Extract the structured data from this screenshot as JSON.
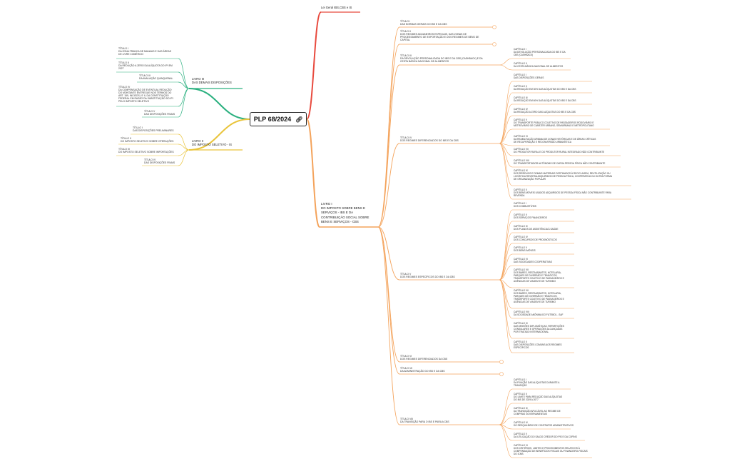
{
  "colors": {
    "red": "#e84a3e",
    "green": "#2bb07f",
    "yellow": "#e9c43b",
    "orange": "#f4a35b"
  },
  "root": {
    "label": "PLP 68/2024",
    "icon": "link-icon"
  },
  "top_branch": {
    "lines": [
      "Lei Geral IBS,CBS e IS"
    ]
  },
  "livro_iii": {
    "lines": [
      "LIVRO III",
      "DAS DEMAIS DISPOSIÇÕES"
    ],
    "children": [
      {
        "lines": [
          "TÍTULO I",
          "DA ZONA FRANCA DE MANAUS E DAS ÁREAS",
          "DE LIVRE COMÉRCIO"
        ]
      },
      {
        "lines": [
          "TÍTULO II",
          "DA REDUÇÃO A ZERO DA ALÍQUOTA DO IPI EM",
          "2027"
        ]
      },
      {
        "lines": [
          "TÍTULO III",
          "DA AVALIAÇÃO QUINQUENAL"
        ]
      },
      {
        "lines": [
          "TÍTULO IV",
          "DA COMPENSAÇÃO DE EVENTUAL REDUÇÃO",
          "DO MONTANTE ENTREGUE NOS TERMOS DO",
          "ART. 159, INCISOS I E II, DA CONSTITUIÇÃO",
          "FEDERAL EM RAZÃO DA SUBSTITUIÇÃO DO IPI",
          "PELO IMPOSTO SELETIVO"
        ]
      },
      {
        "lines": [
          "TÍTULO V",
          "DAS DISPOSIÇÕES FINAIS"
        ]
      }
    ]
  },
  "livro_ii": {
    "lines": [
      "LIVRO II",
      "DO IMPOSTO SELETIVO - IS"
    ],
    "children": [
      {
        "lines": [
          "TÍTULO I",
          "DAS DISPOSIÇÕES PRELIMINARES"
        ]
      },
      {
        "lines": [
          "TÍTULO II",
          "DO IMPOSTO SELETIVO SOBRE OPERAÇÕES"
        ]
      },
      {
        "lines": [
          "TÍTULO III",
          "DO IMPOSTO SELETIVO SOBRE IMPORTAÇÕES"
        ]
      },
      {
        "lines": [
          "TÍTULO IV",
          "DAS DISPOSIÇÕES FINAIS"
        ]
      }
    ]
  },
  "livro_i": {
    "lines": [
      "LIVRO I",
      "DO IMPOSTO SOBRE BENS E",
      "SERVIÇOS - IBS E DA",
      "CONTRIBUIÇÃO SOCIAL SOBRE",
      "BENS E SERVIÇOS - CBS"
    ],
    "titulos": [
      {
        "lines": [
          "TÍTULO I",
          "DAS NORMAS GERAIS DO IBS E DA CBS"
        ],
        "children": []
      },
      {
        "lines": [
          "TÍTULO II",
          "DOS REGIMES ADUANEIROS ESPECIAIS, DAS ZONAS DE",
          "PROCESSAMENTO DE EXPORTAÇÃO E DOS REGIMES DE BENS DE",
          "CAPITAL"
        ],
        "children": []
      },
      {
        "lines": [
          "TÍTULO III",
          "DA DEVOLUÇÃO PERSONALIZADA DO IBS E DA CBS (CASHBACK) E DA",
          "CESTA BÁSICA NACIONAL DE ALIMENTOS"
        ],
        "children": [
          {
            "lines": [
              "CAPÍTULO I",
              "DA DEVOLUÇÃO PERSONALIZADA DO IBS E DA",
              "CBS (CASHBACK)"
            ]
          },
          {
            "lines": [
              "CAPÍTULO II",
              "DA CESTA BÁSICA NACIONAL DE ALIMENTOS"
            ]
          }
        ]
      },
      {
        "lines": [
          "TÍTULO IV",
          "DOS REGIMES DIFERENCIADOS DO IBS E DA CBS"
        ],
        "children": [
          {
            "lines": [
              "CAPÍTULO I",
              "DAS DISPOSIÇÕES GERAIS"
            ]
          },
          {
            "lines": [
              "CAPÍTULO II",
              "DA REDUÇÃO EM 30% DAS ALÍQUOTAS DO IBS E DA CBS"
            ]
          },
          {
            "lines": [
              "CAPÍTULO III",
              "DA REDUÇÃO EM 60% DAS ALÍQUOTAS DO IBS E DA CBS"
            ]
          },
          {
            "lines": [
              "CAPÍTULO IV",
              "DA REDUÇÃO A ZERO DAS ALÍQUOTAS DO IBS E DA CBS"
            ]
          },
          {
            "lines": [
              "CAPÍTULO V",
              "DO TRANSPORTE PÚBLICO COLETIVO DE PASSAGEIROS RODOVIÁRIO E",
              "METROVIÁRIO DE CARÁTER URBANO, SEMIURBANO E METROPOLITANO"
            ]
          },
          {
            "lines": [
              "CAPÍTULO VI",
              "DA REABILITAÇÃO URBANA DE ZONAS HISTÓRICAS E DE ÁREAS CRÍTICAS",
              "DE RECUPERAÇÃO E RECONVERSÃO URBANÍSTICA"
            ]
          },
          {
            "lines": [
              "CAPÍTULO VII",
              "DO PRODUTOR RURAL E DO PRODUTOR RURAL INTEGRADO NÃO CONTRIBUINTE"
            ]
          },
          {
            "lines": [
              "CAPÍTULO VIII",
              "DO TRANSPORTADOR AUTÔNOMO DE CARGA PESSOA FÍSICA NÃO CONTRIBUINTE"
            ]
          },
          {
            "lines": [
              "CAPÍTULO IX",
              "DOS RESÍDUOS E DEMAIS MATERIAIS DESTINADOS À RECICLAGEM, REUTILIZAÇÃO OU",
              "LOGÍSTICA REVERSA ADQUIRIDOS DE PESSOA FÍSICA, COOPERATIVA OU OUTRA FORMA",
              "DE ORGANIZAÇÃO POPULAR"
            ]
          },
          {
            "lines": [
              "CAPÍTULO X",
              "DOS BENS MÓVEIS USADOS ADQUIRIDOS DE PESSOA FÍSICA NÃO CONTRIBUINTE PARA",
              "REVENDA"
            ]
          }
        ]
      },
      {
        "lines": [
          "TÍTULO V",
          "DOS REGIMES ESPECÍFICOS DO IBS E DA CBS"
        ],
        "children": [
          {
            "lines": [
              "CAPÍTULO I",
              "DOS COMBUSTÍVEIS"
            ]
          },
          {
            "lines": [
              "CAPÍTULO II",
              "DOS SERVIÇOS FINANCEIROS"
            ]
          },
          {
            "lines": [
              "CAPÍTULO III",
              "DOS PLANOS DE ASSISTÊNCIA À SAÚDE"
            ]
          },
          {
            "lines": [
              "CAPÍTULO IV",
              "DOS CONCURSOS DE PROGNÓSTICOS"
            ]
          },
          {
            "lines": [
              "CAPÍTULO V",
              "DOS BENS IMÓVEIS"
            ]
          },
          {
            "lines": [
              "CAPÍTULO VI",
              "DAS SOCIEDADES COOPERATIVAS"
            ]
          },
          {
            "lines": [
              "CAPÍTULO VII",
              "DOS BARES, RESTAURANTES, HOTELARIA,",
              "PARQUES DE DIVERSÃO E TEMÁTICOS,",
              "TRANSPORTE COLETIVO DE PASSAGEIROS E",
              "AGÊNCIAS DE VIAGEM E DE TURISMO"
            ]
          },
          {
            "lines": [
              "CAPÍTULO VII",
              "DOS BARES, RESTAURANTES, HOTELARIA,",
              "PARQUES DE DIVERSÃO E TEMÁTICOS,",
              "TRANSPORTE COLETIVO DE PASSAGEIROS E",
              "AGÊNCIAS DE VIAGEM E DE TURISMO"
            ]
          },
          {
            "lines": [
              "CAPÍTULO VIII",
              "DA SOCIEDADE ANÔNIMA DO FUTEBOL - SAF"
            ]
          },
          {
            "lines": [
              "CAPÍTULO IX",
              "DAS MISSÕES DIPLOMÁTICAS, REPARTIÇÕES",
              "CONSULARES E OPERAÇÕES ALCANÇADAS",
              "POR TRATADO INTERNACIONAL"
            ]
          },
          {
            "lines": [
              "CAPÍTULO X",
              "DAS DISPOSIÇÕES COMUNS AOS REGIMES",
              "ESPECÍFICOS"
            ]
          }
        ]
      },
      {
        "lines": [
          "TÍTULO VI",
          "DOS REGIMES DIFERENCIADOS DA CBS"
        ],
        "children": []
      },
      {
        "lines": [
          "TÍTULO VII",
          "DA ADMINISTRAÇÃO DO IBS E DA CBS"
        ],
        "children": []
      },
      {
        "lines": [
          "TÍTULO VIII",
          "DA TRANSIÇÃO PARA O IBS E PARA A CBS"
        ],
        "children": [
          {
            "lines": [
              "CAPÍTULO I",
              "DA FIXAÇÃO DAS ALÍQUOTAS DURANTE A",
              "TRANSIÇÃO"
            ]
          },
          {
            "lines": [
              "CAPÍTULO II",
              "DO LIMITE PARA REDUÇÃO DAS ALÍQUOTAS",
              "DO IBS DE 2029 A 2077"
            ]
          },
          {
            "lines": [
              "CAPÍTULO III",
              "DA TRANSIÇÃO APLICÁVEL AO REGIME DE",
              "COMPRAS GOVERNAMENTAIS"
            ]
          },
          {
            "lines": [
              "CAPÍTULO IV",
              "DO REEQUILÍBRIO DE CONTRATOS ADMINISTRATIVOS"
            ]
          },
          {
            "lines": [
              "CAPÍTULO V",
              "DA UTILIZAÇÃO DO SALDO CREDOR DO PIS E DA COFINS"
            ]
          },
          {
            "lines": [
              "CAPÍTULO VI",
              "DOS CRITÉRIOS, LIMITES E PROCEDIMENTOS RELATIVOS À",
              "COMPENSAÇÃO DE BENEFÍCIOS FISCAIS OU FINANCEIRO-FISCAIS",
              "DO ICMS"
            ]
          }
        ]
      }
    ]
  }
}
